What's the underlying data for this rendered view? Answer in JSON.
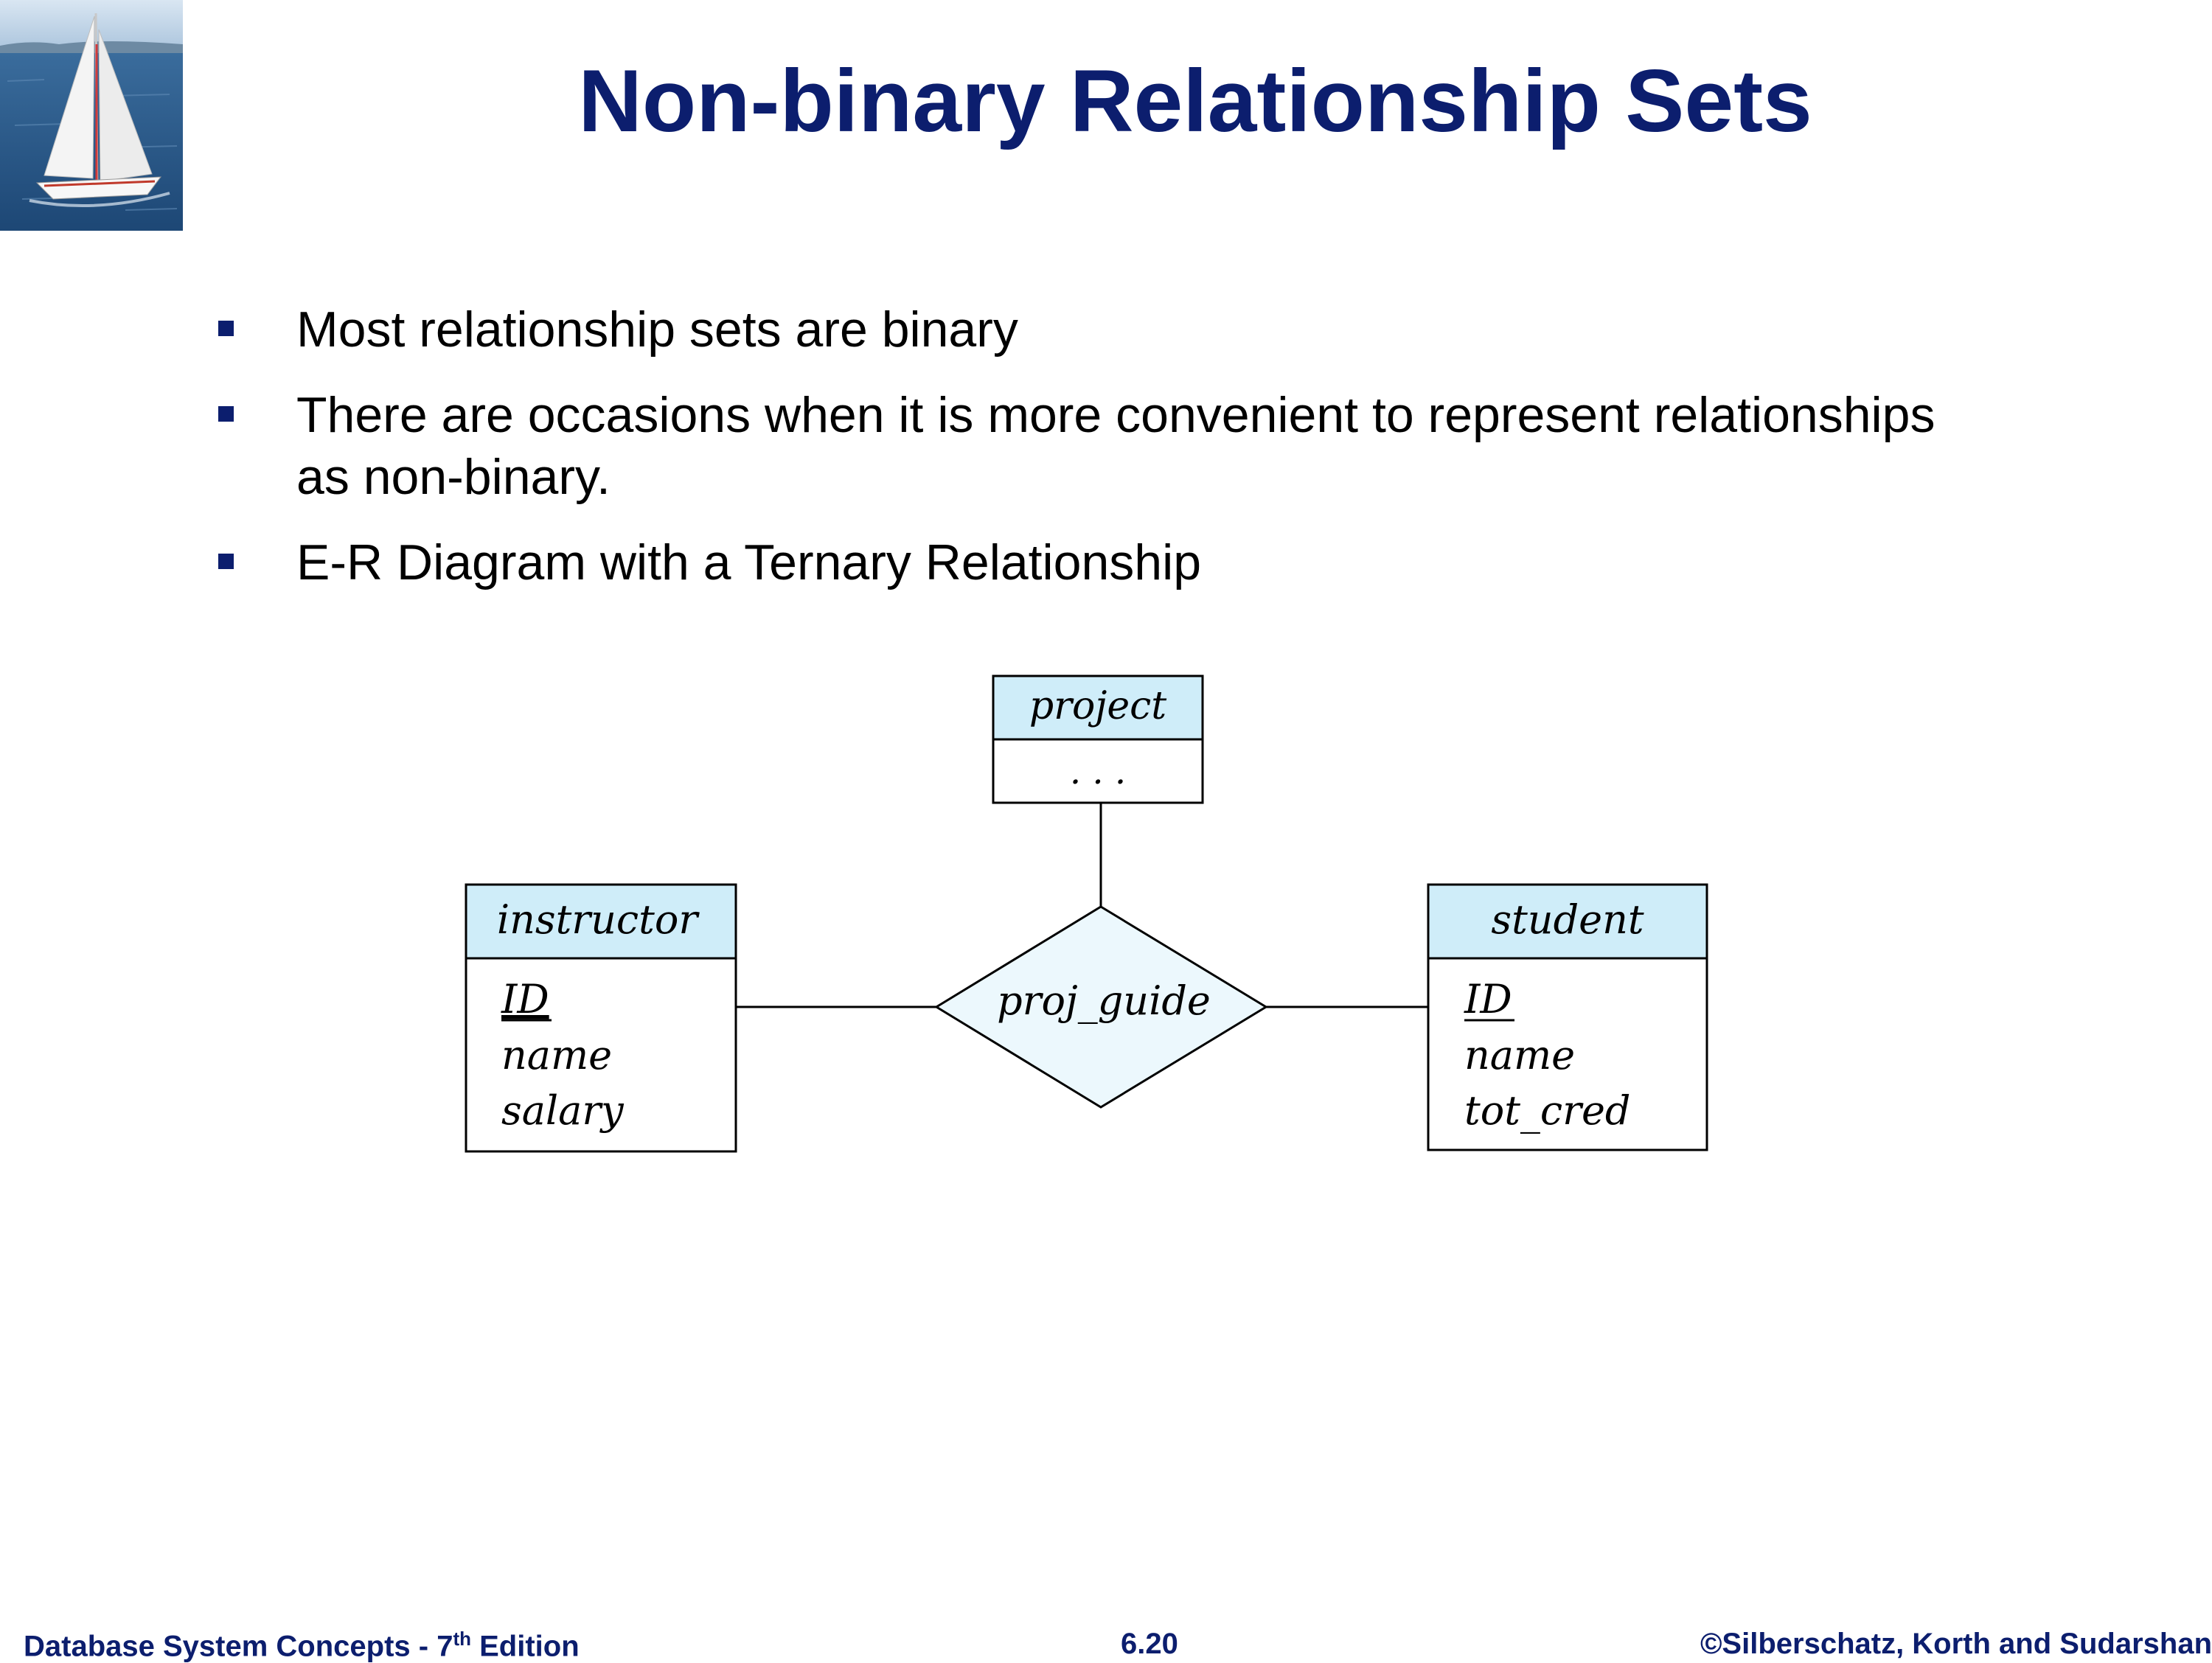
{
  "slide": {
    "title": "Non-binary Relationship Sets",
    "bullets": [
      "Most relationship sets are binary",
      "There are  occasions when it is more convenient to represent relationships as non-binary.",
      "E-R Diagram with a Ternary Relationship"
    ]
  },
  "diagram": {
    "entities": {
      "project": {
        "name": "project",
        "attributes": [
          ". . ."
        ]
      },
      "instructor": {
        "name": "instructor",
        "attributes": [
          "ID",
          "name",
          "salary"
        ]
      },
      "student": {
        "name": "student",
        "attributes": [
          "ID",
          "name",
          "tot_cred"
        ]
      }
    },
    "relationship": {
      "name": "proj_guide"
    },
    "colors": {
      "header_fill": "#cfedf9",
      "diamond_fill": "#ecf8fd",
      "stroke": "#000000"
    }
  },
  "footer": {
    "book_prefix": "Database System Concepts - 7",
    "book_sup": "th",
    "book_suffix": " Edition",
    "page_number": "6.20",
    "copyright": "©Silberschatz, Korth and Sudarshan"
  },
  "logo": {
    "icon": "sailboat-icon"
  },
  "theme": {
    "title_color": "#0c1e6e",
    "footer_color": "#0c1e6e",
    "bullet_color": "#0c1e6e"
  }
}
